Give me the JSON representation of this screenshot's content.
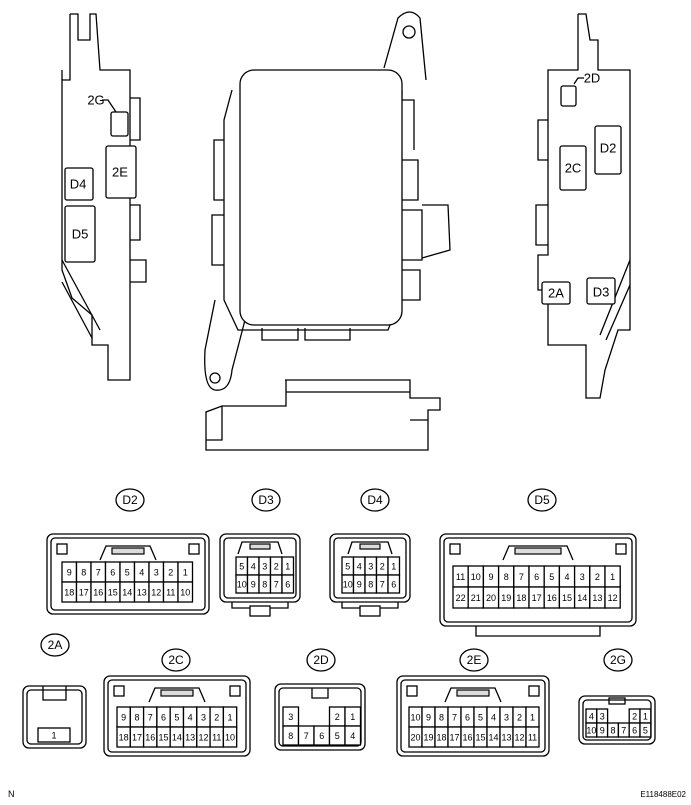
{
  "component_labels": {
    "left": [
      "2G",
      "2E",
      "D4",
      "D5"
    ],
    "right": [
      "2D",
      "2C",
      "D2",
      "2A",
      "D3"
    ]
  },
  "connectors": [
    {
      "id": "D2",
      "rows": [
        [
          "9",
          "8",
          "7",
          "6",
          "5",
          "4",
          "3",
          "2",
          "1"
        ],
        [
          "18",
          "17",
          "16",
          "15",
          "14",
          "13",
          "12",
          "11",
          "10"
        ]
      ]
    },
    {
      "id": "D3",
      "rows": [
        [
          "5",
          "4",
          "3",
          "2",
          "1"
        ],
        [
          "10",
          "9",
          "8",
          "7",
          "6"
        ]
      ]
    },
    {
      "id": "D4",
      "rows": [
        [
          "5",
          "4",
          "3",
          "2",
          "1"
        ],
        [
          "10",
          "9",
          "8",
          "7",
          "6"
        ]
      ]
    },
    {
      "id": "D5",
      "rows": [
        [
          "11",
          "10",
          "9",
          "8",
          "7",
          "6",
          "5",
          "4",
          "3",
          "2",
          "1"
        ],
        [
          "22",
          "21",
          "20",
          "19",
          "18",
          "17",
          "16",
          "15",
          "14",
          "13",
          "12"
        ]
      ]
    },
    {
      "id": "2A",
      "rows": [
        [
          "1"
        ]
      ]
    },
    {
      "id": "2C",
      "rows": [
        [
          "9",
          "8",
          "7",
          "6",
          "5",
          "4",
          "3",
          "2",
          "1"
        ],
        [
          "18",
          "17",
          "16",
          "15",
          "14",
          "13",
          "12",
          "11",
          "10"
        ]
      ]
    },
    {
      "id": "2D",
      "rows": [
        [
          "3",
          "",
          "",
          "2",
          "1"
        ],
        [
          "8",
          "7",
          "6",
          "5",
          "4"
        ]
      ]
    },
    {
      "id": "2E",
      "rows": [
        [
          "10",
          "9",
          "8",
          "7",
          "6",
          "5",
          "4",
          "3",
          "2",
          "1"
        ],
        [
          "20",
          "19",
          "18",
          "17",
          "16",
          "15",
          "14",
          "13",
          "12",
          "11"
        ]
      ]
    },
    {
      "id": "2G",
      "rows": [
        [
          "4",
          "3",
          "",
          "",
          "2",
          "1"
        ],
        [
          "10",
          "9",
          "8",
          "7",
          "6",
          "5"
        ]
      ]
    }
  ],
  "footer": {
    "left": "N",
    "right": "E118488E02"
  }
}
